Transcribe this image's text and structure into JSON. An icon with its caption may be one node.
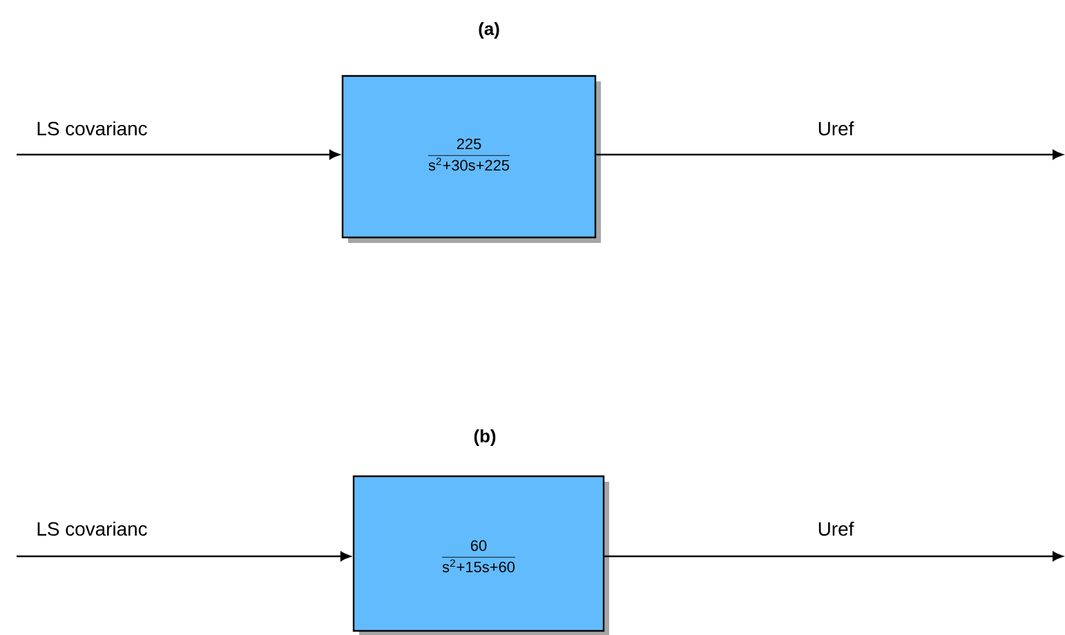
{
  "diagram": {
    "nodes": [
      {
        "text": [
          "225",
          "s$^{2}$+30s+225"
        ]
      },
      {
        "text": [
          "60",
          "s$^{2}$+15s+60"
        ]
      }
    ],
    "edges": [
      {
        "from": null,
        "to": 0,
        "arrow": "to",
        "label": "LS covarianc"
      },
      {
        "from": 0,
        "to": null,
        "arrow": "to",
        "label": "Uref"
      },
      {
        "from": null,
        "to": 1,
        "arrow": "to",
        "label": "LS covarianc"
      },
      {
        "from": 1,
        "to": null,
        "arrow": "to",
        "label": "Uref"
      }
    ],
    "labels": [
      "(a)",
      "(b)"
    ]
  }
}
